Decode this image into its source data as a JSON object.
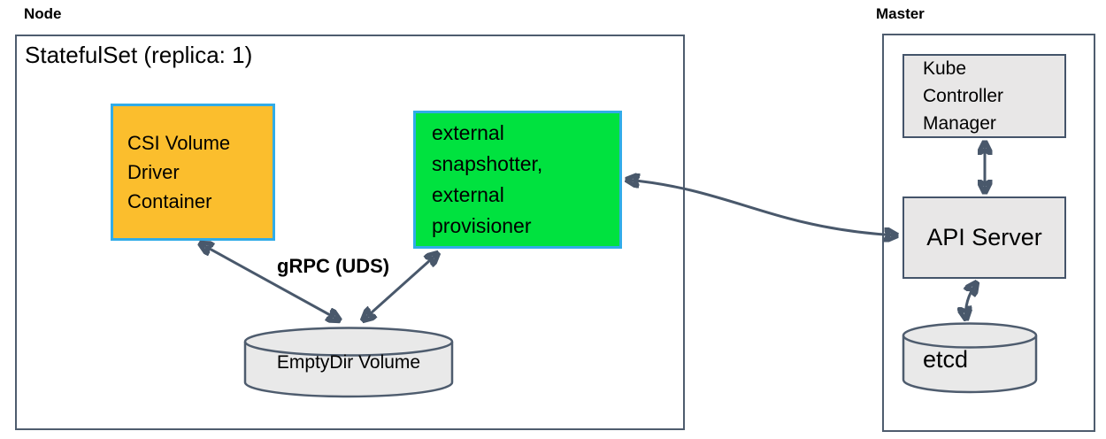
{
  "node": {
    "label": "Node",
    "statefulset_title": "StatefulSet (replica: 1)",
    "csi_driver_box": "CSI Volume Driver Container",
    "sidecar_box": "external snapshotter, external provisioner",
    "grpc_label": "gRPC (UDS)",
    "emptydir_cylinder": "EmptyDir Volume"
  },
  "master": {
    "label": "Master",
    "kcm_box": "Kube Controller Manager",
    "api_server_box": "API Server",
    "etcd_cylinder": "etcd"
  },
  "colors": {
    "orange_fill": "#FBBE2D",
    "green_fill": "#00E23F",
    "cyan_border": "#31ACE8",
    "gray_fill": "#E8E7E7",
    "gray_box_border": "#44546A",
    "outer_border": "#4E5C6E",
    "cylinder_fill": "#E9E9E9",
    "arrow": "#49586B",
    "text": "#000000"
  }
}
